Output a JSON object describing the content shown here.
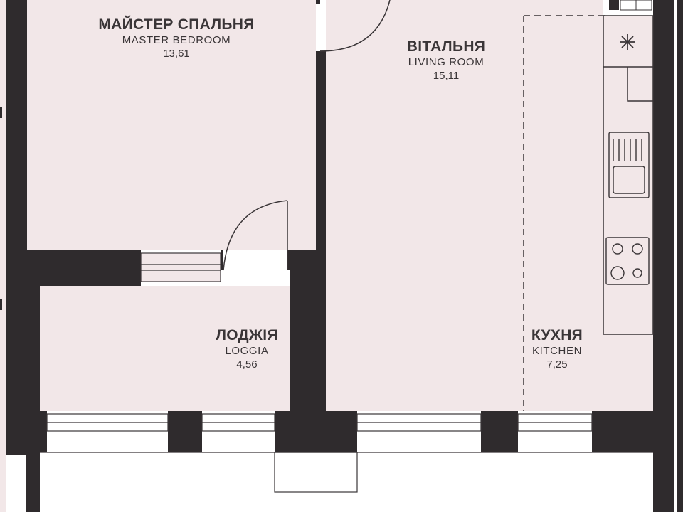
{
  "rooms": {
    "master_bedroom": {
      "name_ua": "МАЙСТЕР СПАЛЬНЯ",
      "name_en": "MASTER BEDROOM",
      "area": "13,61"
    },
    "living_room": {
      "name_ua": "ВІТАЛЬНЯ",
      "name_en": "LIVING ROOM",
      "area": "15,11"
    },
    "loggia": {
      "name_ua": "ЛОДЖІЯ",
      "name_en": "LOGGIA",
      "area": "4,56"
    },
    "kitchen": {
      "name_ua": "КУХНЯ",
      "name_en": "KITCHEN",
      "area": "7,25"
    }
  },
  "colors": {
    "floor": "#f2e7e8",
    "wall": "#2f2b2d",
    "line": "#3a3537",
    "outside": "#ffffff"
  },
  "icons": {
    "kitchen_hood": "asterisk-hood-icon",
    "sink": "sink-icon",
    "stove": "stove-icon"
  }
}
